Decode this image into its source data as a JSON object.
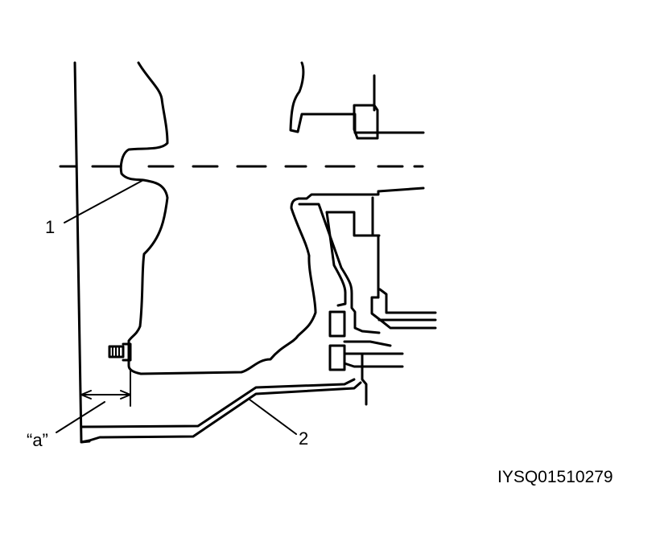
{
  "labels": {
    "part_1": "1",
    "part_2": "2",
    "dimension_a": "“a”"
  },
  "figure_code": "IYSQ01510279",
  "colors": {
    "line": "#000000",
    "background": "#ffffff"
  }
}
